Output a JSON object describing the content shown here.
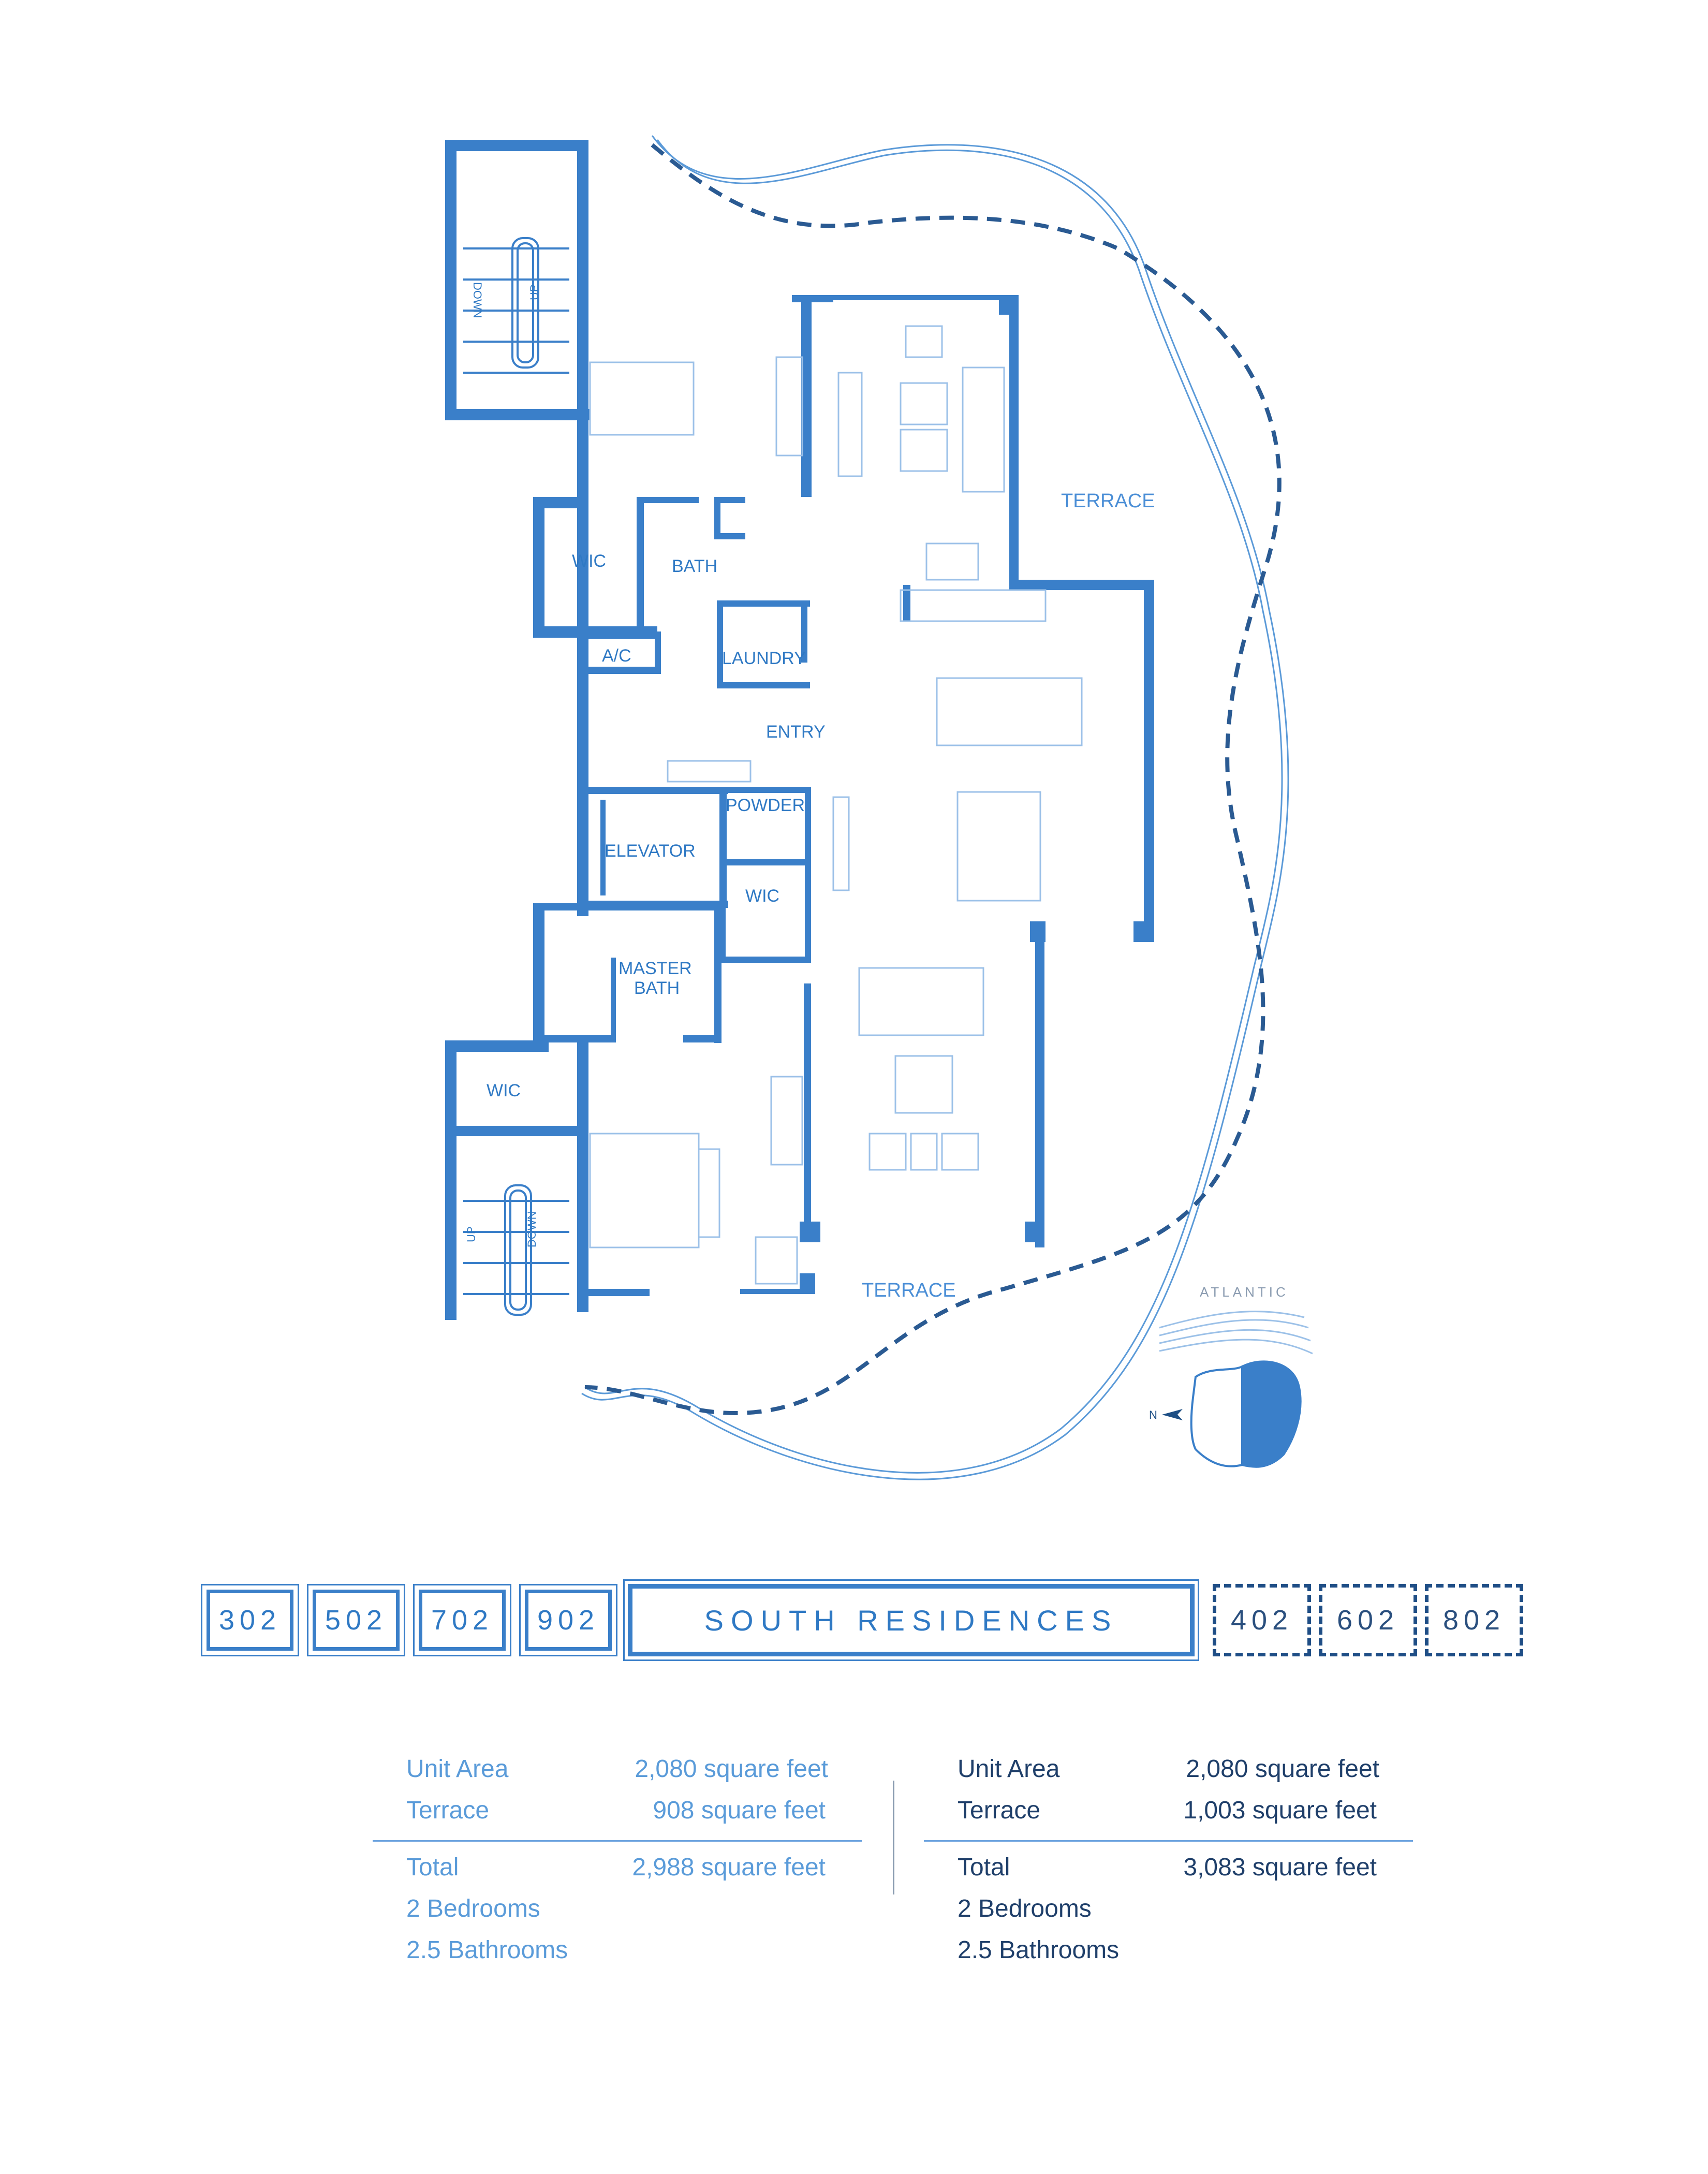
{
  "labels": {
    "terrace_top": "TERRACE",
    "terrace_bottom": "TERRACE",
    "wic_top": "WIC",
    "bath": "BATH",
    "ac": "A/C",
    "laundry": "LAUNDRY",
    "entry": "ENTRY",
    "powder": "POWDER",
    "elevator": "ELEVATOR",
    "wic_mid": "WIC",
    "master_bath_line1": "MASTER",
    "master_bath_line2": "BATH",
    "wic_bottom": "WIC",
    "down_top": "DOWN",
    "up_top": "UP",
    "up_bottom": "UP",
    "down_bottom": "DOWN",
    "atlantic": "ATLANTIC",
    "north": "N"
  },
  "units": {
    "solid": [
      "302",
      "502",
      "702",
      "902"
    ],
    "title": "SOUTH RESIDENCES",
    "dashed": [
      "402",
      "602",
      "802"
    ]
  },
  "colors": {
    "wall": "#3a7fc9",
    "outline": "#5b9ad8",
    "dashed_terrace": "#2a5a92",
    "left_specs_text": "#5a9bd9",
    "right_specs_text": "#1f3f6a"
  },
  "specs": {
    "left": {
      "unit_area_label": "Unit Area",
      "unit_area_value": "2,080 square feet",
      "terrace_label": "Terrace",
      "terrace_value": "908 square feet",
      "total_label": "Total",
      "total_value": "2,988 square feet",
      "bedrooms": "2 Bedrooms",
      "bathrooms": "2.5 Bathrooms"
    },
    "right": {
      "unit_area_label": "Unit Area",
      "unit_area_value": "2,080 square feet",
      "terrace_label": "Terrace",
      "terrace_value": "1,003 square feet",
      "total_label": "Total",
      "total_value": "3,083 square feet",
      "bedrooms": "2 Bedrooms",
      "bathrooms": "2.5 Bathrooms"
    }
  }
}
